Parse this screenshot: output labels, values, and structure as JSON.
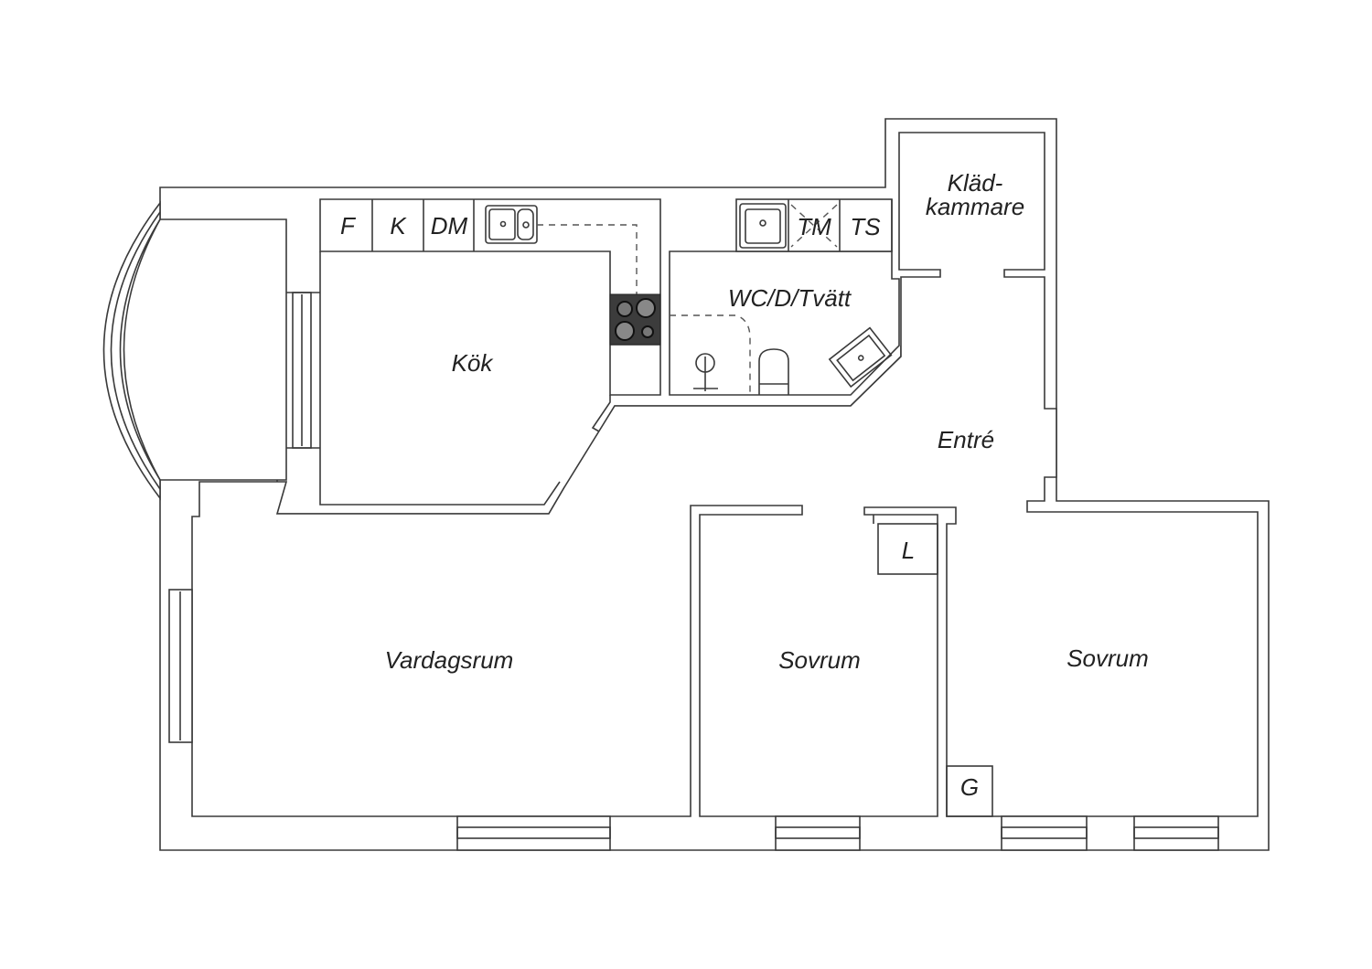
{
  "floorplan": {
    "rooms": {
      "kitchen": "Kök",
      "bathroom": "WC/D/Tvätt",
      "walkin_closet_line1": "Kläd-",
      "walkin_closet_line2": "kammare",
      "entrance": "Entré",
      "living_room": "Vardagsrum",
      "bedroom_1": "Sovrum",
      "bedroom_2": "Sovrum"
    },
    "fixtures": {
      "fridge": "F",
      "freezer": "K",
      "dishwasher": "DM",
      "washing_machine": "TM",
      "dryer": "TS",
      "linen_closet": "L",
      "wardrobe": "G"
    },
    "colors": {
      "line": "#3a3a3a",
      "stove": "#3c3c3c",
      "background": "#ffffff"
    }
  }
}
